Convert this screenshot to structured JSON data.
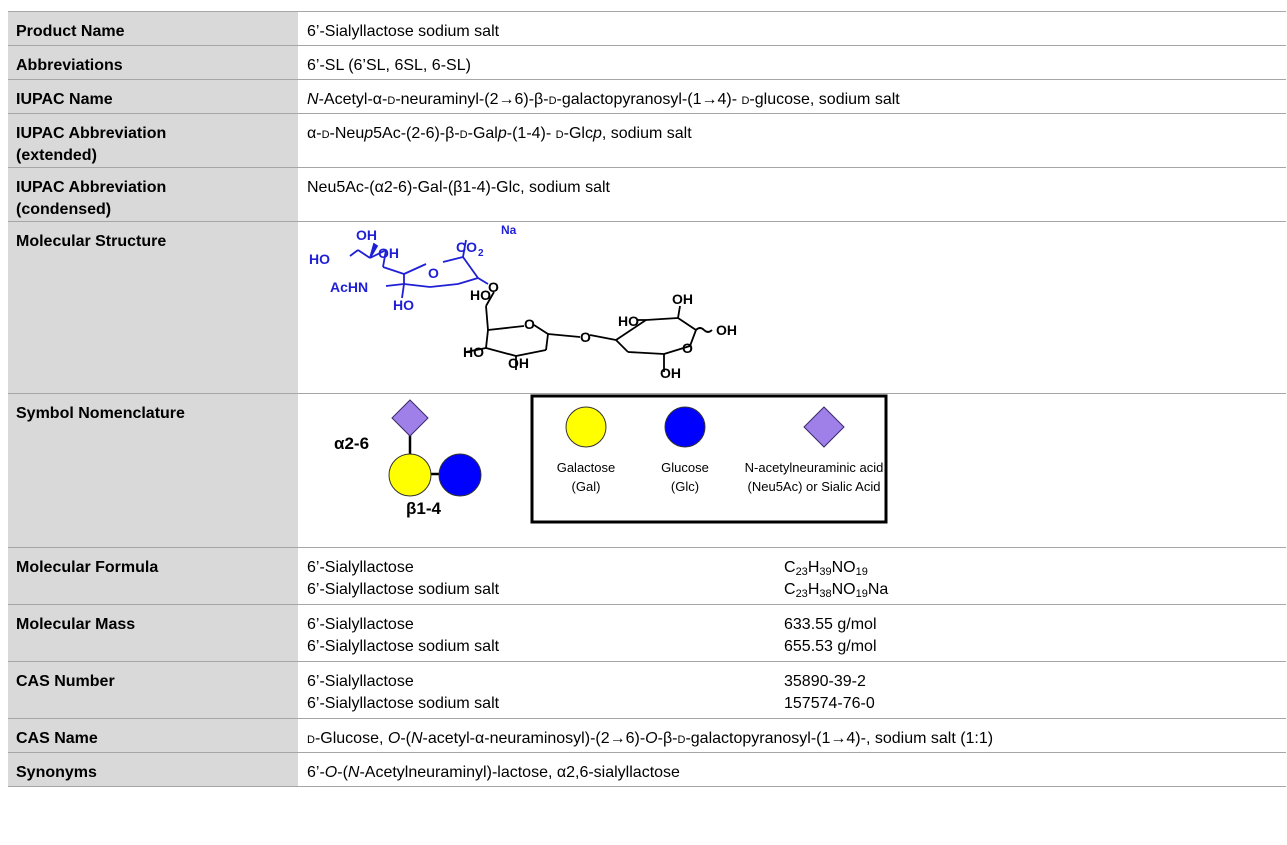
{
  "rows": {
    "product_name": {
      "label": "Product Name",
      "value": "6’-Sialyllactose sodium salt"
    },
    "abbreviations": {
      "label": "Abbreviations",
      "value": "6’-SL (6’SL, 6SL, 6-SL)"
    },
    "iupac_name": {
      "label": "IUPAC Name",
      "v1": "N",
      "v2": "-Acetyl-α-",
      "v3": "d",
      "v4": "-neuraminyl-(2→6)-β-",
      "v5": "d",
      "v6": "-galactopyranosyl-(1→4)- ",
      "v7": "d",
      "v8": "-glucose, sodium salt"
    },
    "iupac_ext": {
      "label_1": "IUPAC Abbreviation",
      "label_2": "(extended)",
      "v1": "α-",
      "v2": "d",
      "v3": "-Neu",
      "v4": "p",
      "v5": "5Ac-(2-6)-β-",
      "v6": "d",
      "v7": "-Gal",
      "v8": "p",
      "v9": "-(1-4)- ",
      "v10": "d",
      "v11": "-Glc",
      "v12": "p",
      "v13": ", sodium salt"
    },
    "iupac_cond": {
      "label_1": "IUPAC Abbreviation",
      "label_2": "(condensed)",
      "value": "Neu5Ac-(α2-6)-Gal-(β1-4)-Glc, sodium salt"
    },
    "structure": {
      "label": "Molecular Structure",
      "atoms": {
        "oh_top": "OH",
        "na": "Na",
        "ho_left": "HO",
        "oh_2": "OH",
        "co2": "CO",
        "co2_sub": "2",
        "ring_o": "O",
        "achn": "AcHN",
        "link_o": "O",
        "ho_ring": "HO",
        "ho_mid": "HO",
        "oh_glc_top": "OH",
        "oh_glc_right": "OH",
        "gal_o": "O",
        "ho_gal_left": "HO",
        "glyco_o": "O",
        "glc_o": "O",
        "oh_gal_bottom": "OH",
        "oh_glc_bottom": "OH",
        "ho_bottom": "HO"
      }
    },
    "symbol": {
      "label": "Symbol Nomenclature",
      "link_a": "α2-6",
      "link_b": "β1-4",
      "legend": [
        {
          "name_1": "Galactose",
          "name_2": "(Gal)",
          "color": "#ffff00"
        },
        {
          "name_1": "Glucose",
          "name_2": "(Glc)",
          "color": "#0000ff"
        },
        {
          "name_1": "N-acetylneuraminic acid",
          "name_2": "(Neu5Ac) or Sialic Acid",
          "color": "#9f7fe8"
        }
      ]
    },
    "formula": {
      "label": "Molecular Formula",
      "name_1": "6’-Sialyllactose",
      "name_2": "6’-Sialyllactose sodium salt",
      "f1": {
        "a": "C",
        "a_n": "23",
        "b": "H",
        "b_n": "39",
        "c": "NO",
        "c_n": "19"
      },
      "f2": {
        "a": "C",
        "a_n": "23",
        "b": "H",
        "b_n": "38",
        "c": "NO",
        "c_n": "19",
        "d": "Na"
      }
    },
    "mass": {
      "label": "Molecular Mass",
      "name_1": "6’-Sialyllactose",
      "value_1": "633.55 g/mol",
      "name_2": "6’-Sialyllactose sodium salt",
      "value_2": "655.53 g/mol"
    },
    "cas_number": {
      "label": "CAS Number",
      "name_1": "6’-Sialyllactose",
      "value_1": "35890-39-2",
      "name_2": "6’-Sialyllactose sodium salt",
      "value_2": "157574-76-0"
    },
    "cas_name": {
      "label": "CAS Name",
      "v1": "d",
      "v2": "-Glucose, ",
      "v3": "O",
      "v4": "-(",
      "v5": "N",
      "v6": "-acetyl-α-neuraminosyl)-(2→6)-",
      "v7": "O",
      "v8": "-β-",
      "v9": "d",
      "v10": "-galactopyranosyl-(1→4)-, sodium salt (1:1)"
    },
    "synonyms": {
      "label": "Synonyms",
      "v1": "6’-",
      "v2": "O",
      "v3": "-(",
      "v4": "N",
      "v5": "-Acetylneuraminyl)-lactose, α2,6-sialyllactose"
    }
  },
  "colors": {
    "label_bg": "#d9d9d9",
    "rule": "#a6a6a6",
    "sialic_blue": "#1f1fd6"
  }
}
